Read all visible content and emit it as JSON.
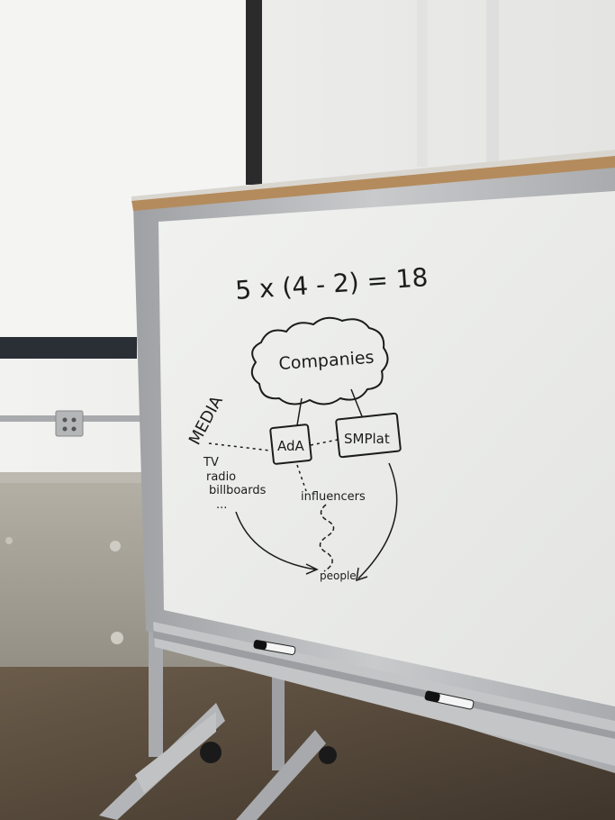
{
  "whiteboard": {
    "equation": "5 x (4 - 2) = 18",
    "cloud_label": "Companies",
    "box_left": "AdA",
    "box_right": "SMPlat",
    "vertical_label": "MEDIA",
    "media_list": [
      "TV",
      "radio",
      "billboards",
      "..."
    ],
    "influencers": "influencers",
    "people": "people"
  },
  "markers": {
    "left_marker": "marker",
    "right_marker": "marker"
  },
  "colors": {
    "wall": "#ececec",
    "concrete": "#a9a59b",
    "floor": "#5a4c3c",
    "board": "#eeeeec",
    "frame": "#b6b7b9",
    "wood_trim": "#b48b5c",
    "ink": "#1c1c1c"
  }
}
